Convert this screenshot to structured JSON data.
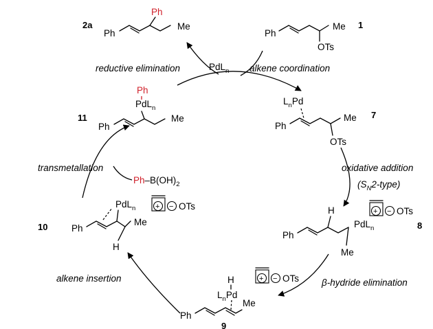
{
  "catalyst": {
    "main": "PdL",
    "sub": "n"
  },
  "steps": {
    "reductive_elimination": "reductive elimination",
    "alkene_coordination": "alkene coordination",
    "oxidative_addition": "oxidative addition",
    "sn2_open": "(S",
    "sn2_sub": "N",
    "sn2_close": "2-type)",
    "beta_symbol": "β",
    "beta_rest": "-hydride elimination",
    "alkene_insertion": "alkene insertion",
    "transmetallation": "transmetallation"
  },
  "labels": {
    "c1": "1",
    "c2a": "2a",
    "c7": "7",
    "c8": "8",
    "c9": "9",
    "c10": "10",
    "c11": "11"
  },
  "atoms": {
    "ph": "Ph",
    "me": "Me",
    "ots": "OTs",
    "h": "H",
    "pd": "Pd",
    "l": "L",
    "n": "n",
    "pdl": "PdL",
    "plus": "+",
    "minus": "−",
    "boronic_ph": "Ph",
    "boronic_rest": "–B(OH)",
    "boronic_sub": "2"
  }
}
